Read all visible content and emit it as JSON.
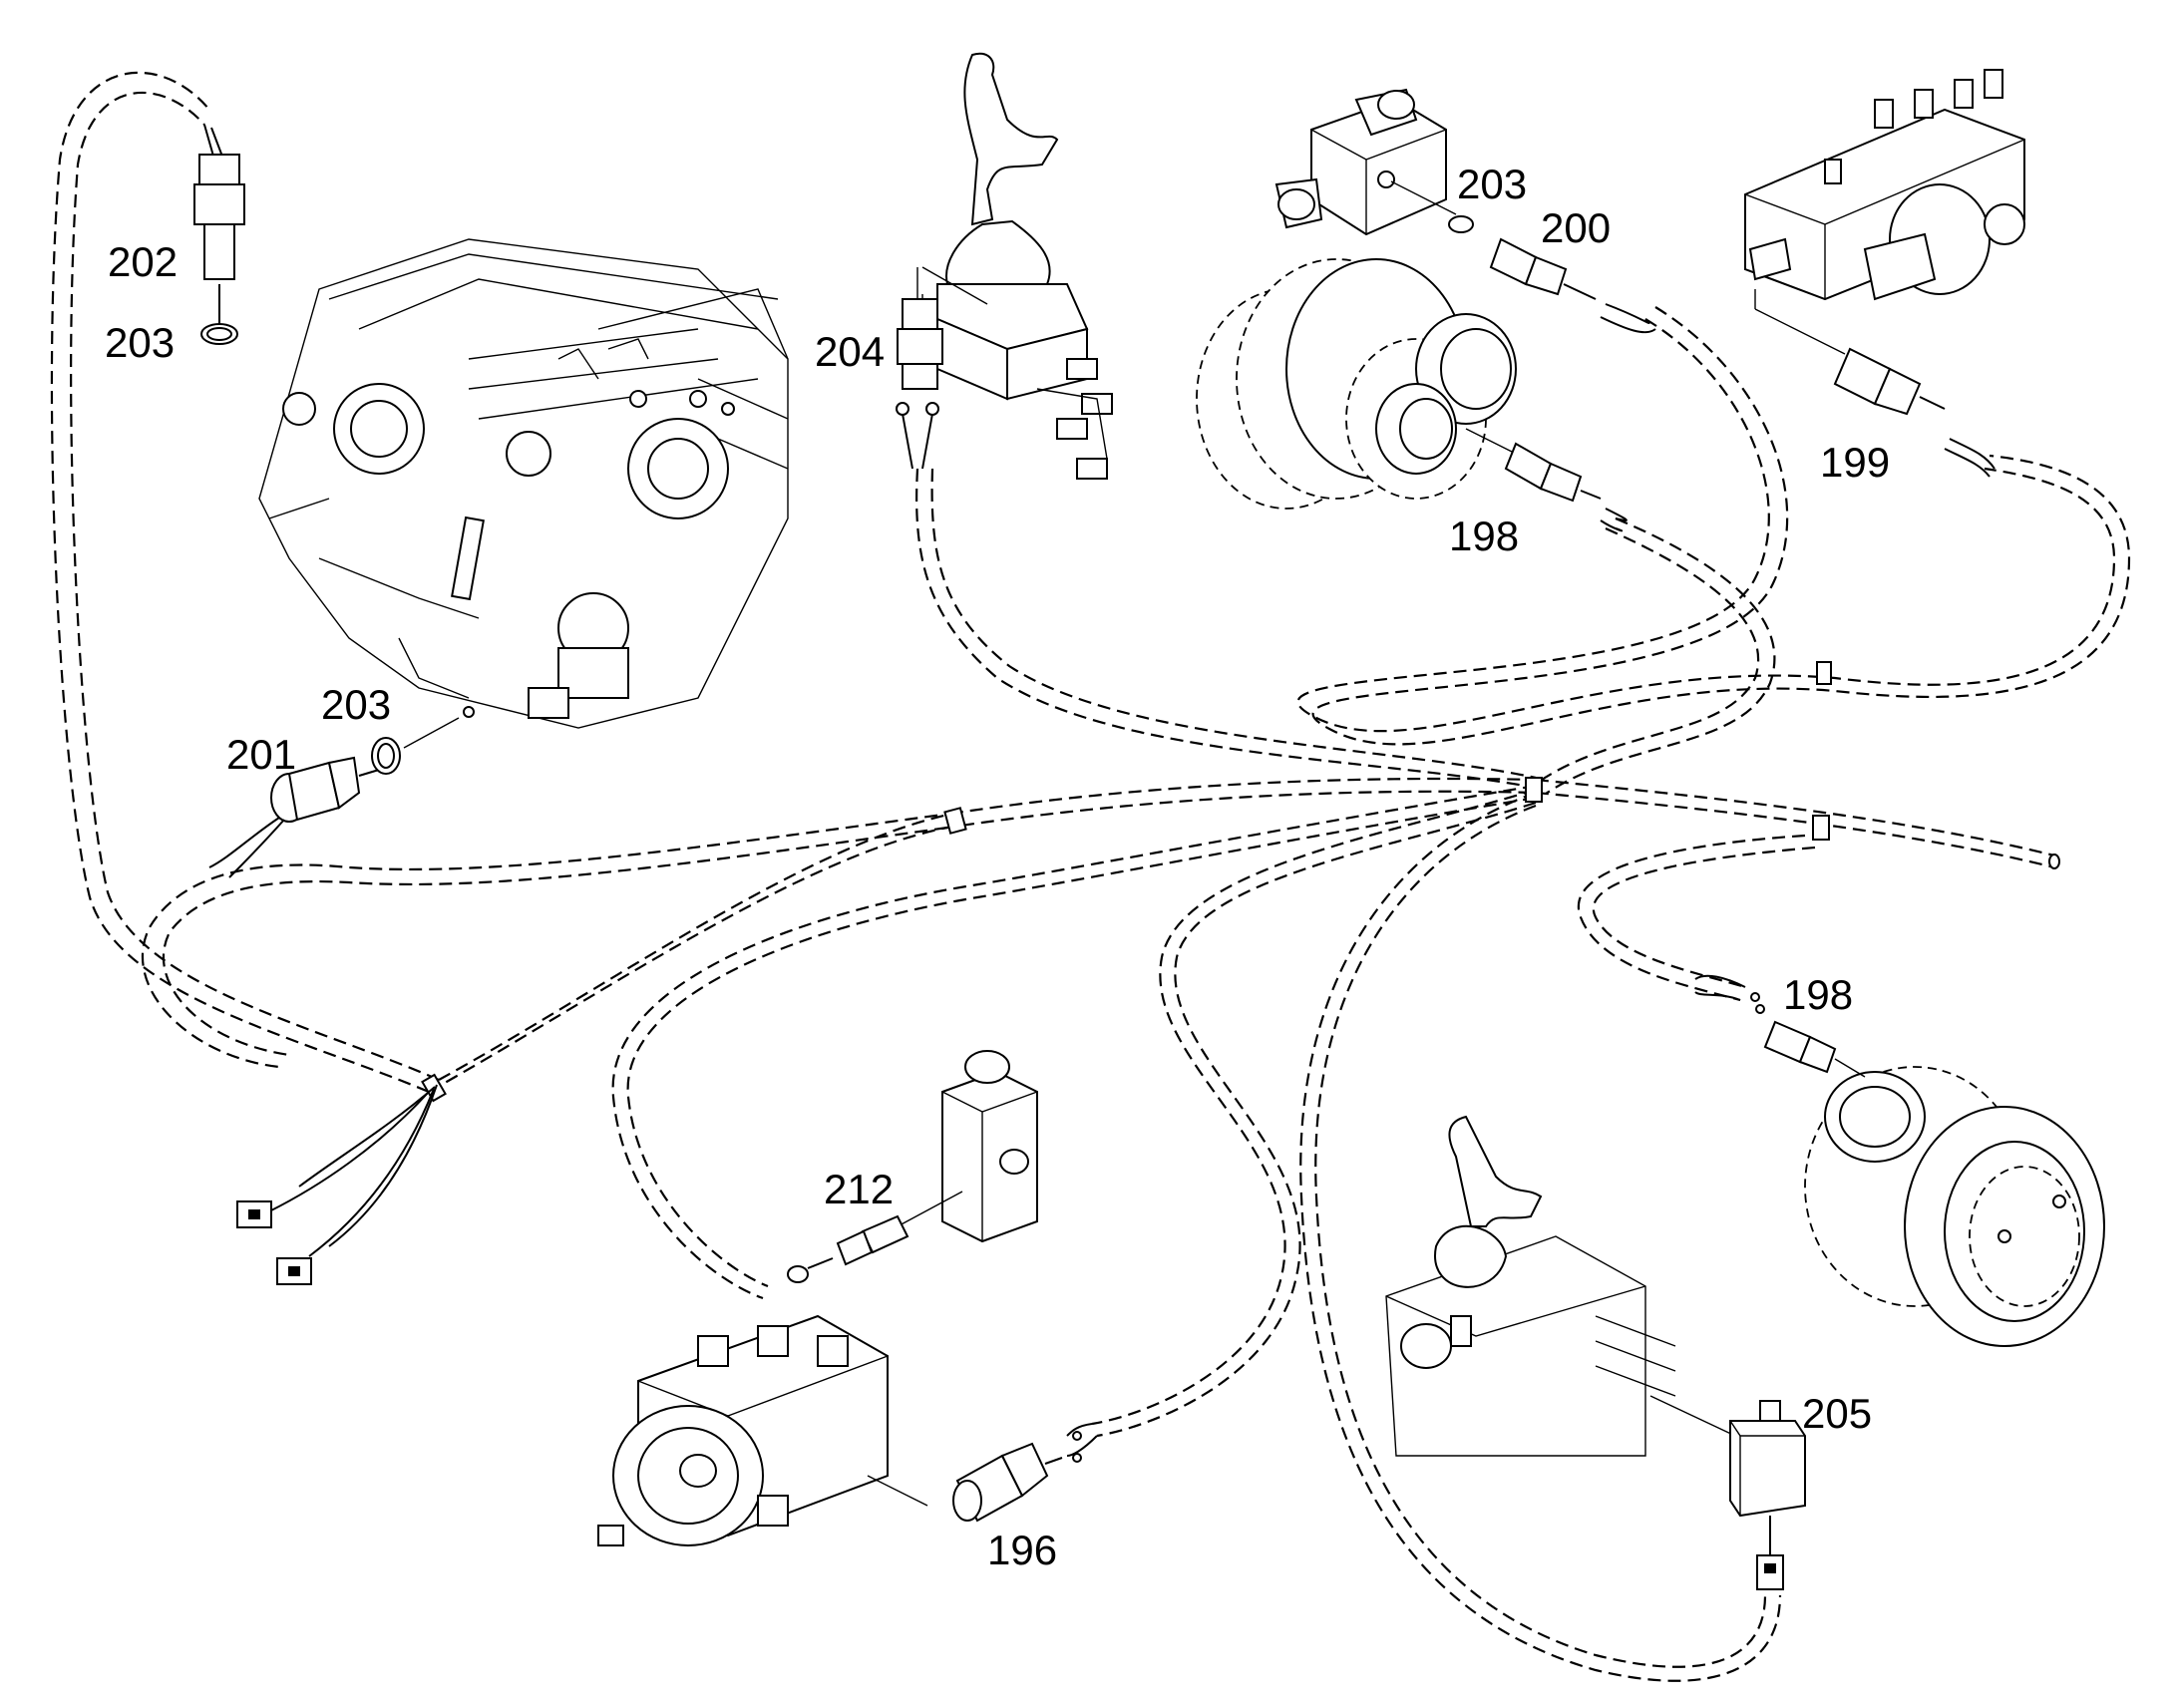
{
  "callouts": {
    "c196": "196",
    "c198a": "198",
    "c198b": "198",
    "c199": "199",
    "c200": "200",
    "c201": "201",
    "c202": "202",
    "c203a": "203",
    "c203b": "203",
    "c203c": "203",
    "c204": "204",
    "c205": "205",
    "c212": "212"
  },
  "colors": {
    "ink": "#000000",
    "paper": "#ffffff"
  }
}
